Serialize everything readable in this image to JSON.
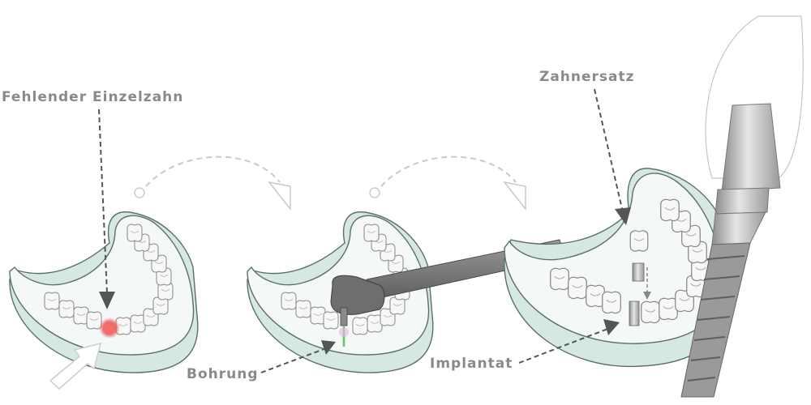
{
  "labels": {
    "missing_tooth": "Fehlender Einzelzahn",
    "drilling": "Bohrung",
    "implant": "Implantat",
    "prosthesis": "Zahnersatz"
  },
  "colors": {
    "label_text": "#8a8a8a",
    "jaw_fill": "#f4f8f7",
    "jaw_side": "#d6e8e4",
    "jaw_stroke": "#5b6e6b",
    "tooth_fill": "#f7f7f7",
    "tooth_stroke": "#888888",
    "gap_marker": "#e94d4d",
    "drill_body": "#7d7d7d",
    "arrow_dark": "#555555",
    "flow_arrow": "#c9c9c9",
    "implant_metal": "#b9b9b9"
  },
  "icons": {
    "pointer": "hand-pointer-arrow-icon",
    "flow": "curved-dashed-arrow-icon"
  }
}
